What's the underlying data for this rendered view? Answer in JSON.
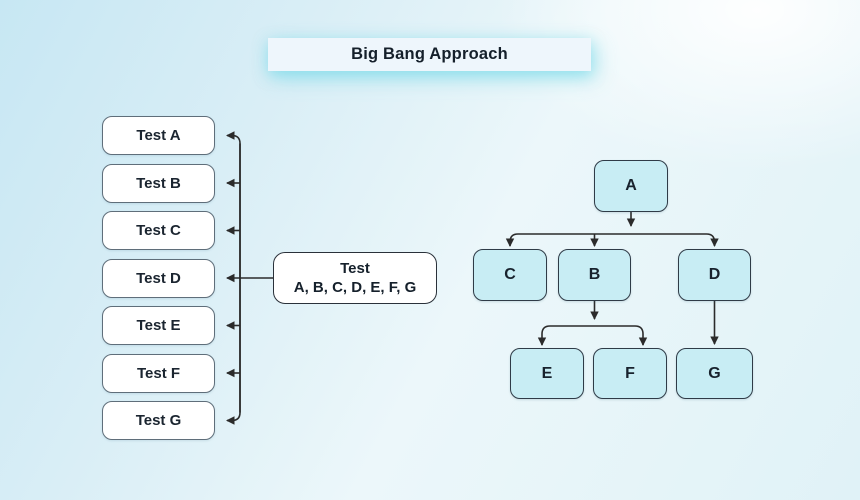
{
  "title": {
    "text": "Big Bang Approach"
  },
  "left_column": {
    "items": [
      {
        "label": "Test A"
      },
      {
        "label": "Test B"
      },
      {
        "label": "Test C"
      },
      {
        "label": "Test D"
      },
      {
        "label": "Test E"
      },
      {
        "label": "Test F"
      },
      {
        "label": "Test G"
      }
    ]
  },
  "hub": {
    "line1": "Test",
    "line2": "A, B, C, D, E, F, G",
    "feeds": [
      "Test A",
      "Test B",
      "Test C",
      "Test D",
      "Test E",
      "Test F",
      "Test G"
    ]
  },
  "tree": {
    "nodes": [
      {
        "id": "A",
        "label": "A"
      },
      {
        "id": "C",
        "label": "C"
      },
      {
        "id": "B",
        "label": "B"
      },
      {
        "id": "D",
        "label": "D"
      },
      {
        "id": "E",
        "label": "E"
      },
      {
        "id": "F",
        "label": "F"
      },
      {
        "id": "G",
        "label": "G"
      }
    ],
    "edges": [
      "A→C",
      "A→B",
      "A→D",
      "B→E",
      "B→F",
      "D→G"
    ]
  },
  "colors": {
    "background_top_left": "#c7e7f3",
    "background_bottom_right": "#e0f2f7",
    "title_bg": "#eef6fc",
    "title_glow": "#6fd8e8",
    "test_box_fill": "#ffffff",
    "test_box_border": "#5f6e7a",
    "hub_border": "#2a313a",
    "node_fill": "#c8edf4",
    "node_border": "#2f3b47",
    "connector": "#2b2b2b",
    "text": "#15202b"
  }
}
